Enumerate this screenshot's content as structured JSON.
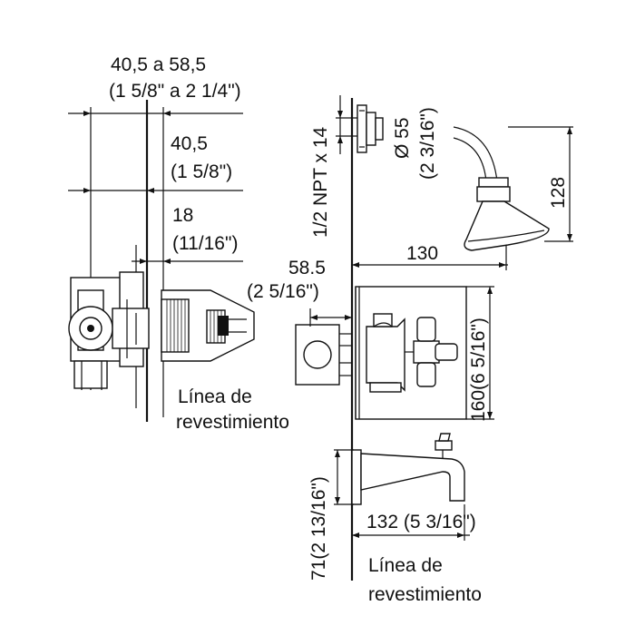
{
  "labels": {
    "range_metric": "40,5 a 58,5",
    "range_imperial": "(1 5/8\" a 2 1/4\")",
    "depth_metric": "40,5",
    "depth_imperial": "(1 5/8\")",
    "trim_metric": "18",
    "trim_imperial": "(11/16\")",
    "escutcheon_offset_metric": "58.5",
    "escutcheon_offset_imperial": "(2 5/16\")",
    "wall_line_left_1": "Línea de",
    "wall_line_left_2": "revestimiento",
    "thread": "1/2 NPT x 14",
    "flange_dia": "Ø 55",
    "flange_dia_imperial": "(2 3/16\")",
    "showerhead_drop": "128",
    "showerhead_reach": "130",
    "plate_height": "160(6 5/16\")",
    "spout_height": "71(2 13/16\")",
    "spout_reach": "132 (5 3/16\")",
    "wall_line_right_1": "Línea de",
    "wall_line_right_2": "revestimiento"
  }
}
